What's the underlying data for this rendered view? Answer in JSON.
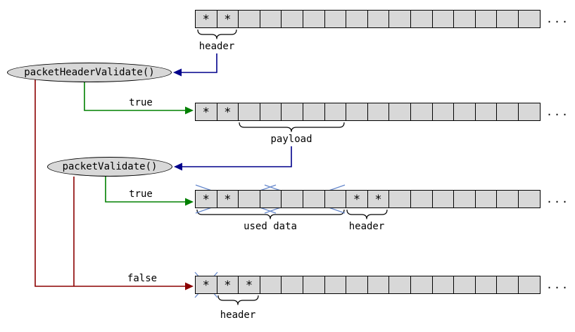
{
  "diagram": {
    "ellipsis": "...",
    "star": "*"
  },
  "colors": {
    "cell_fill": "#d8d8d8",
    "cell_border": "#000000",
    "ellipse_fill": "#d8d8d8",
    "true_edge": "#008000",
    "false_edge": "#8b0000",
    "call_edge": "#00008b",
    "cross_out": "#6688cc"
  },
  "validators": [
    {
      "label": "packetHeaderValidate()"
    },
    {
      "label": "packetValidate()"
    }
  ],
  "edge_labels": {
    "true1": "true",
    "true2": "true",
    "false": "false"
  },
  "rows": [
    {
      "cell_count": 16,
      "stars": [
        0,
        1
      ],
      "crossed_cells": [],
      "braces": [
        {
          "label": "header",
          "from": 0,
          "to": 1
        }
      ]
    },
    {
      "cell_count": 16,
      "stars": [
        0,
        1
      ],
      "crossed_cells": [],
      "braces": [
        {
          "label": "payload",
          "from": 2,
          "to": 6
        }
      ]
    },
    {
      "cell_count": 16,
      "stars": [
        0,
        1,
        7,
        8
      ],
      "crossed_cells": [
        0,
        1,
        2,
        3,
        4,
        5,
        6
      ],
      "braces": [
        {
          "label": "used data",
          "from": 0,
          "to": 6
        },
        {
          "label": "header",
          "from": 7,
          "to": 8
        }
      ]
    },
    {
      "cell_count": 16,
      "stars": [
        0,
        1,
        2
      ],
      "crossed_cells": [
        0
      ],
      "braces": [
        {
          "label": "header",
          "from": 1,
          "to": 2
        }
      ]
    }
  ]
}
